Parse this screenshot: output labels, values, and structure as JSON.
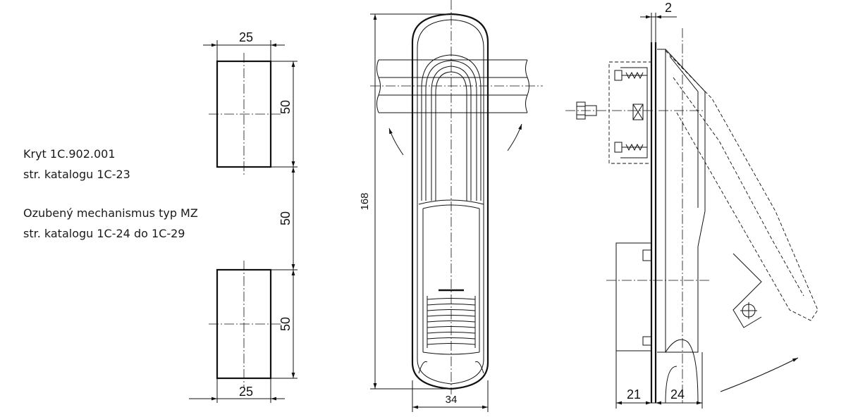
{
  "notes": {
    "cover_ref": "Kryt 1C.902.001",
    "cover_page": "str. katalogu 1C-23",
    "mechanism_ref": "Ozubený mechanismus typ MZ",
    "mechanism_pages": "str. katalogu 1C-24 do 1C-29"
  },
  "dimensions": {
    "cutout_width_top": "25",
    "cutout_height_1": "50",
    "cutout_spacing": "50",
    "cutout_height_2": "50",
    "cutout_width_bottom": "25",
    "handle_height": "168",
    "handle_width": "34",
    "panel_thickness": "2",
    "depth_front": "21",
    "depth_rear": "24"
  }
}
